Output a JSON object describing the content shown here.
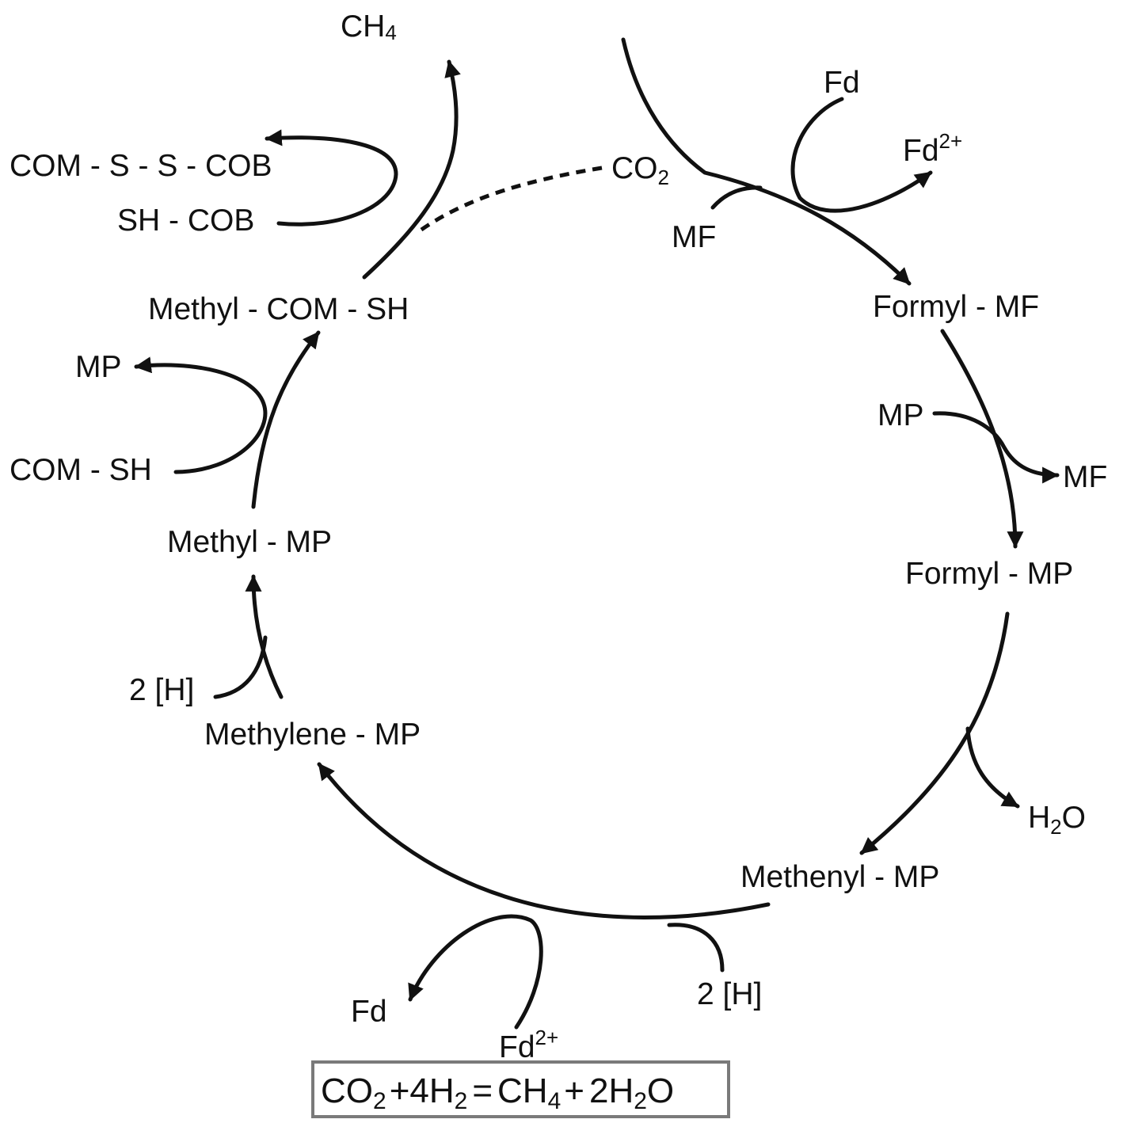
{
  "nodes": {
    "co2": {
      "base": "CO",
      "sub": "2"
    },
    "ch4": {
      "base": "CH",
      "sub": "4"
    },
    "formyl_mf": "Formyl - MF",
    "formyl_mp": "Formyl - MP",
    "methenyl_mp": "Methenyl - MP",
    "methylene_mp": "Methylene - MP",
    "methyl_mp": "Methyl - MP",
    "methyl_com_sh": "Methyl - COM - SH"
  },
  "cofactors": {
    "mf_in": "MF",
    "fd_top": "Fd",
    "fd2_top": {
      "base": "Fd",
      "sup": "2+"
    },
    "mp_in": "MP",
    "mf_out": "MF",
    "h2o": {
      "base": "H",
      "sub": "2",
      "tail": "O"
    },
    "h2_bottom": "2 [H]",
    "fd_bottom": "Fd",
    "fd2_bottom": {
      "base": "Fd",
      "sup": "2+"
    },
    "h2_left": "2 [H]",
    "com_sh": "COM - SH",
    "mp_out": "MP",
    "sh_cob": "SH - COB",
    "com_s_s_cob": "COM - S - S - COB"
  },
  "equation": {
    "co2": "CO",
    "co2_sub": "2",
    "plus1": "+",
    "h2": "4H",
    "h2_sub": "2",
    "eq": "=",
    "ch4": "CH",
    "ch4_sub": "4",
    "plus2": "+",
    "h2o": "2H",
    "h2o_sub": "2",
    "h2o_tail": "O"
  }
}
